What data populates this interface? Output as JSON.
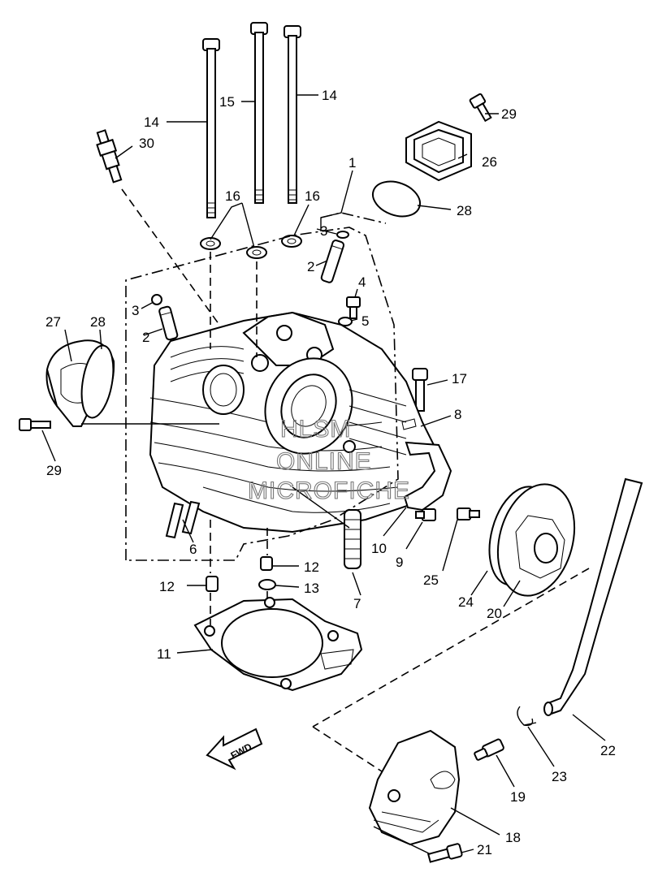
{
  "callouts": {
    "c1": "1",
    "c2a": "2",
    "c2b": "2",
    "c3a": "3",
    "c3b": "3",
    "c4": "4",
    "c5": "5",
    "c6": "6",
    "c7": "7",
    "c8": "8",
    "c9": "9",
    "c10": "10",
    "c11": "11",
    "c12a": "12",
    "c12b": "12",
    "c13": "13",
    "c14a": "14",
    "c14b": "14",
    "c15": "15",
    "c16a": "16",
    "c16b": "16",
    "c17": "17",
    "c18": "18",
    "c19": "19",
    "c20": "20",
    "c21": "21",
    "c22": "22",
    "c23": "23",
    "c24": "24",
    "c25": "25",
    "c26": "26",
    "c27": "27",
    "c28a": "28",
    "c28b": "28",
    "c29a": "29",
    "c29b": "29",
    "c30": "30"
  },
  "watermark": {
    "line1": "HLSM",
    "line2": "ONLINE",
    "line3": "MICROFICHE"
  },
  "fwd_label": "FWD"
}
